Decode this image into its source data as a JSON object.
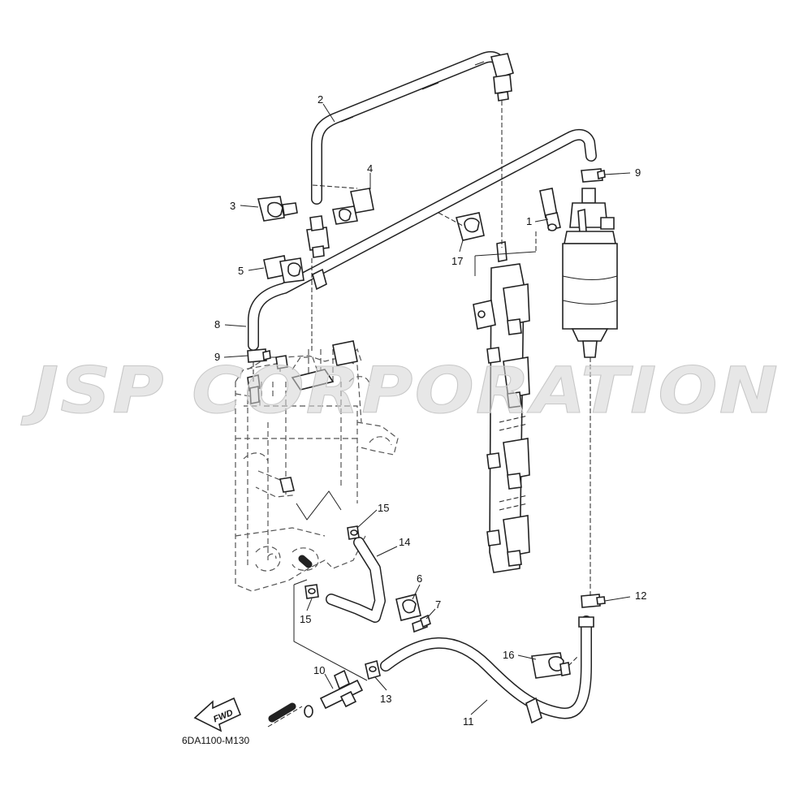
{
  "callouts": [
    {
      "id": "c1",
      "label": "1"
    },
    {
      "id": "c2",
      "label": "2"
    },
    {
      "id": "c3",
      "label": "3"
    },
    {
      "id": "c4",
      "label": "4"
    },
    {
      "id": "c5",
      "label": "5"
    },
    {
      "id": "c6",
      "label": "6"
    },
    {
      "id": "c7",
      "label": "7"
    },
    {
      "id": "c8",
      "label": "8"
    },
    {
      "id": "c9a",
      "label": "9"
    },
    {
      "id": "c9b",
      "label": "9"
    },
    {
      "id": "c10",
      "label": "10"
    },
    {
      "id": "c11",
      "label": "11"
    },
    {
      "id": "c12",
      "label": "12"
    },
    {
      "id": "c13",
      "label": "13"
    },
    {
      "id": "c14",
      "label": "14"
    },
    {
      "id": "c15a",
      "label": "15"
    },
    {
      "id": "c15b",
      "label": "15"
    },
    {
      "id": "c16",
      "label": "16"
    },
    {
      "id": "c17",
      "label": "17"
    }
  ],
  "forward_arrow": {
    "label": "FWD"
  },
  "diagram_code": "6DA1100-M130",
  "watermark": {
    "text": "JSP CORPORATION",
    "color": "#d4d4d4"
  }
}
